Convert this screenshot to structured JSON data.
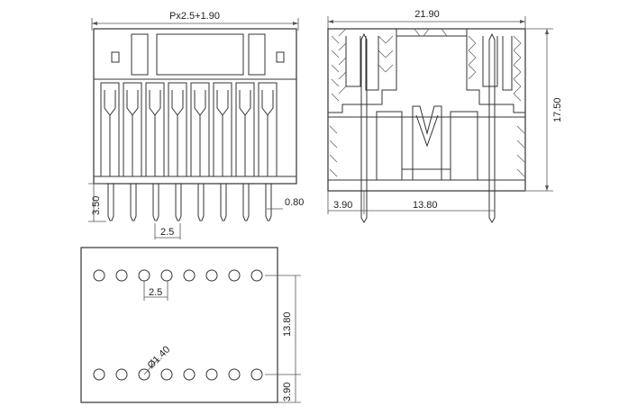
{
  "front_view": {
    "width_label": "Px2.5+1.90",
    "pin_height_label": "3.50",
    "pin_width_label": "0.80",
    "pitch_label": "2.5"
  },
  "side_view": {
    "width_label": "21.90",
    "height_label": "17.50",
    "offset_label": "3.90",
    "row_spacing_label": "13.80"
  },
  "pcb_view": {
    "pitch_label": "2.5",
    "hole_diameter_label": "Ø1.40",
    "row_spacing_label": "13.80",
    "edge_offset_label": "3.90"
  }
}
